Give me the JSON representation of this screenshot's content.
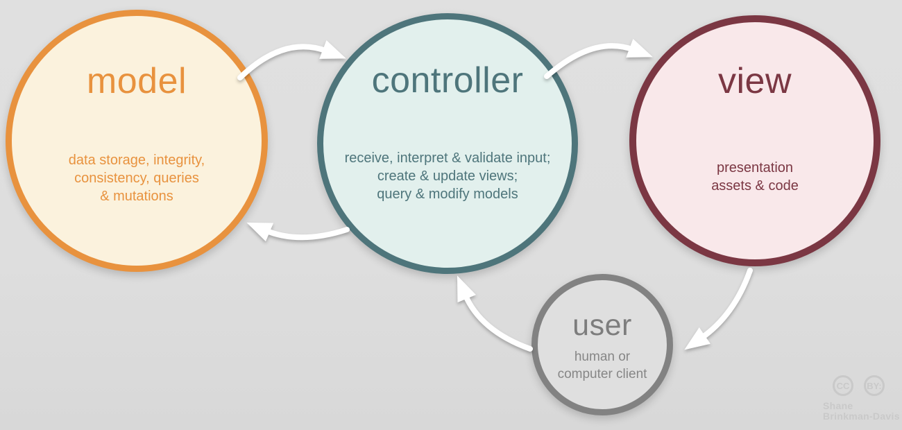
{
  "background_color": "#dedede",
  "arrow_color": "#ffffff",
  "nodes": {
    "model": {
      "label": "model",
      "desc_lines": [
        "data storage, integrity,",
        "consistency, queries",
        "& mutations"
      ],
      "border_color": "#e8923e",
      "fill_color": "#fbf2dd",
      "text_color": "#e8923e"
    },
    "controller": {
      "label": "controller",
      "desc_lines": [
        "receive, interpret & validate input;",
        "create & update views;",
        "query & modify models"
      ],
      "border_color": "#4e757b",
      "fill_color": "#e2f0ed",
      "text_color": "#4e757b"
    },
    "view": {
      "label": "view",
      "desc_lines": [
        "presentation",
        "assets & code"
      ],
      "border_color": "#7b3743",
      "fill_color": "#f9e8ea",
      "text_color": "#7b3743"
    },
    "user": {
      "label": "user",
      "desc_lines": [
        "human or",
        "computer client"
      ],
      "border_color": "#828282",
      "fill_color": "#dfdfdf",
      "text_color": "#7d7d7d"
    }
  },
  "edges": [
    {
      "from": "model",
      "to": "controller"
    },
    {
      "from": "controller",
      "to": "view"
    },
    {
      "from": "controller",
      "to": "model"
    },
    {
      "from": "user",
      "to": "controller"
    },
    {
      "from": "view",
      "to": "user"
    }
  ],
  "credits": {
    "badges": [
      "CC",
      "BY:"
    ],
    "author_lines": [
      "Shane",
      "Brinkman-Davis"
    ],
    "color": "#c9c9c9"
  }
}
